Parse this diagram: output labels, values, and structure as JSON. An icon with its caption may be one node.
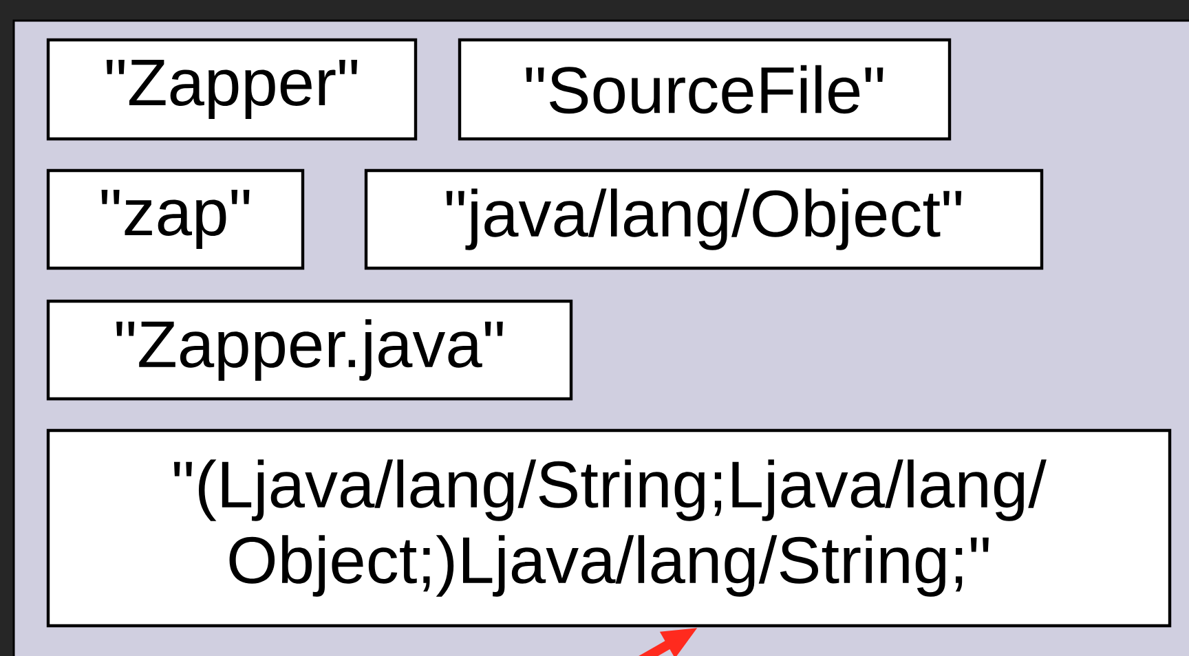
{
  "diagram": {
    "nodes": [
      {
        "text": [],
        "shape": "box"
      },
      {
        "text": [
          "\"Zapper\""
        ],
        "in": 0
      },
      {
        "text": [
          "\"SourceFile\""
        ],
        "in": 0
      },
      {
        "text": [
          "\"zap\""
        ],
        "in": 0
      },
      {
        "text": [
          "\"java/lang/Object\""
        ],
        "in": 0
      },
      {
        "text": [
          "\"Zapper.java\""
        ],
        "in": 0
      },
      {
        "text": [
          "\"(Ljava/lang/String;Ljava/lang/ Object;)Ljava/lang/String;\""
        ],
        "in": 0
      }
    ],
    "edges": [
      {
        "from": null,
        "to": 6,
        "arrow": "to",
        "color": "#ff2a1e"
      }
    ]
  }
}
